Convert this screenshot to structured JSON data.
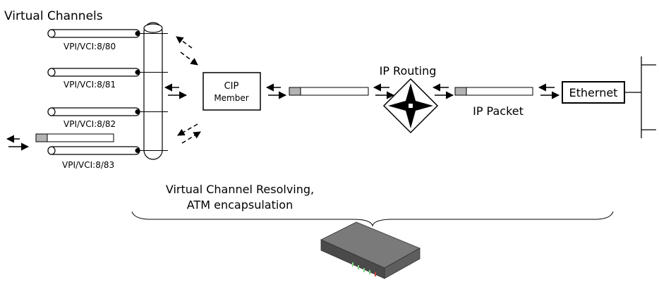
{
  "title": "Virtual Channels",
  "channels": [
    {
      "label": "VPI/VCI:8/80"
    },
    {
      "label": "VPI/VCI:8/81"
    },
    {
      "label": "VPI/VCI:8/82"
    },
    {
      "label": "VPI/VCI:8/83"
    }
  ],
  "cip_member": {
    "line1": "CIP",
    "line2": "Member"
  },
  "ip_routing_label": "IP Routing",
  "ip_packet_label": "IP Packet",
  "ethernet_label": "Ethernet",
  "bottom_caption": {
    "line1": "Virtual Channel Resolving,",
    "line2": "ATM encapsulation"
  },
  "colors": {
    "line": "#000000",
    "packet_header": "#b3b3b3",
    "device_body": "#5a5a5a",
    "device_top": "#7a7a7a",
    "led": "#7fd67f"
  }
}
